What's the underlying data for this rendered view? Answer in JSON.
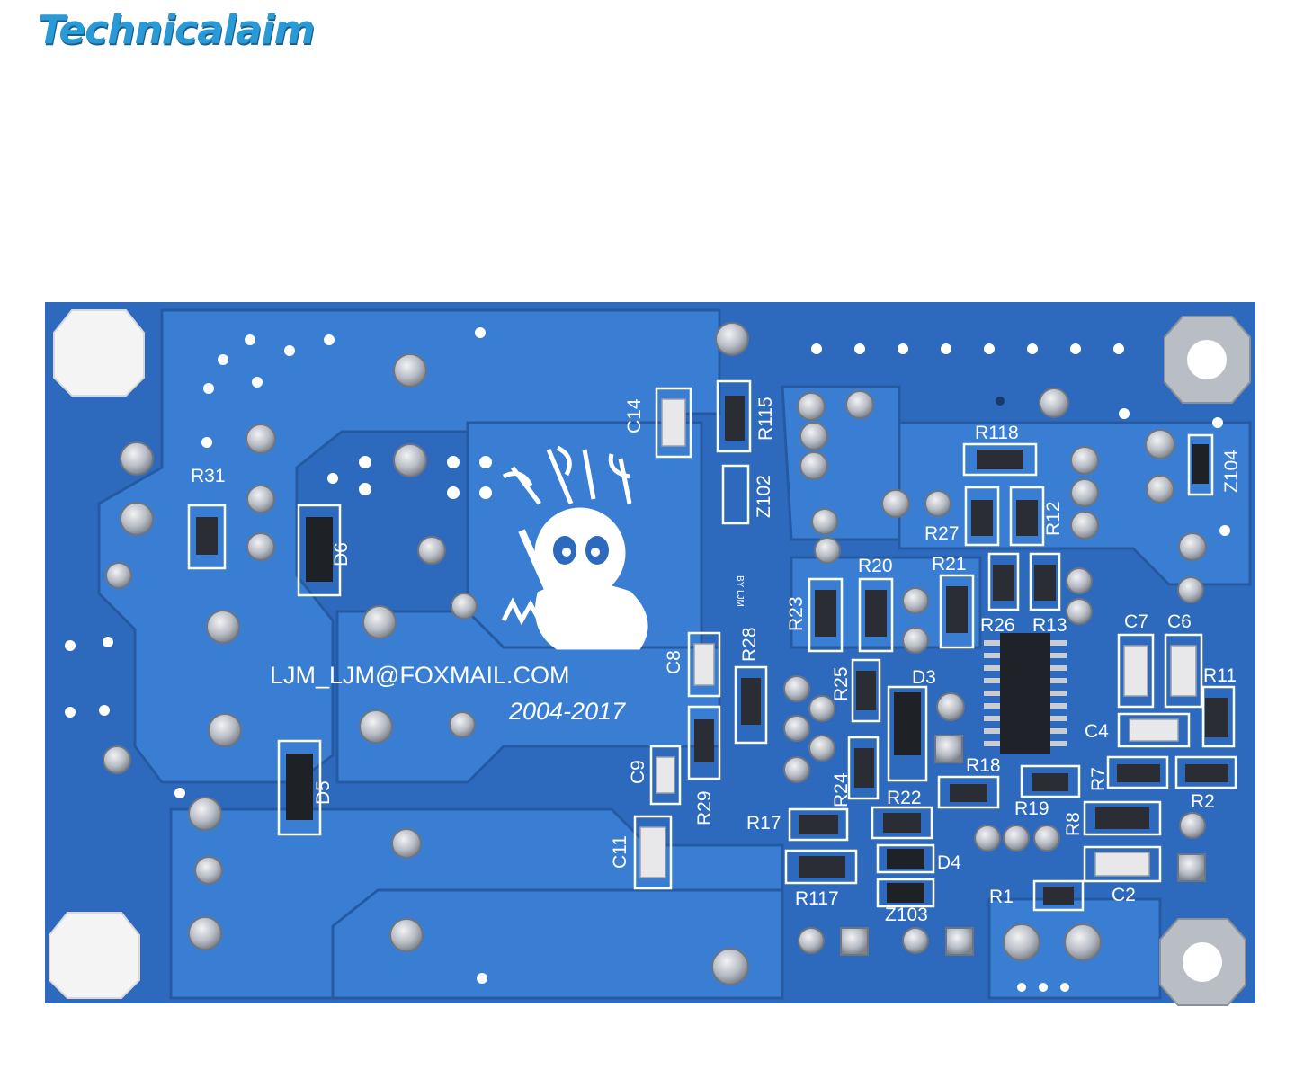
{
  "logo": {
    "text": "Technicalaim"
  },
  "board": {
    "email": "LJM_LJM@FOXMAIL.COM",
    "years": "2004-2017",
    "byline": "BY LJM",
    "labels": [
      {
        "id": "R31",
        "text": "R31"
      },
      {
        "id": "D6",
        "text": "D6"
      },
      {
        "id": "D5",
        "text": "D5"
      },
      {
        "id": "C14",
        "text": "C14"
      },
      {
        "id": "R115",
        "text": "R115"
      },
      {
        "id": "Z102",
        "text": "Z102"
      },
      {
        "id": "C8",
        "text": "C8"
      },
      {
        "id": "R28",
        "text": "R28"
      },
      {
        "id": "C9",
        "text": "C9"
      },
      {
        "id": "R29",
        "text": "R29"
      },
      {
        "id": "C11",
        "text": "C11"
      },
      {
        "id": "R23",
        "text": "R23"
      },
      {
        "id": "R20",
        "text": "R20"
      },
      {
        "id": "R21",
        "text": "R21"
      },
      {
        "id": "R26",
        "text": "R26"
      },
      {
        "id": "R13",
        "text": "R13"
      },
      {
        "id": "R25",
        "text": "R25"
      },
      {
        "id": "D3",
        "text": "D3"
      },
      {
        "id": "R24",
        "text": "R24"
      },
      {
        "id": "R22",
        "text": "R22"
      },
      {
        "id": "R18",
        "text": "R18"
      },
      {
        "id": "R19",
        "text": "R19"
      },
      {
        "id": "R17",
        "text": "R17"
      },
      {
        "id": "R117",
        "text": "R117"
      },
      {
        "id": "D4",
        "text": "D4"
      },
      {
        "id": "Z103",
        "text": "Z103"
      },
      {
        "id": "R118",
        "text": "R118"
      },
      {
        "id": "R27",
        "text": "R27"
      },
      {
        "id": "R12",
        "text": "R12"
      },
      {
        "id": "Z104",
        "text": "Z104"
      },
      {
        "id": "C7",
        "text": "C7"
      },
      {
        "id": "C6",
        "text": "C6"
      },
      {
        "id": "R11",
        "text": "R11"
      },
      {
        "id": "C4",
        "text": "C4"
      },
      {
        "id": "R7",
        "text": "R7"
      },
      {
        "id": "R2",
        "text": "R2"
      },
      {
        "id": "R8",
        "text": "R8"
      },
      {
        "id": "C2",
        "text": "C2"
      },
      {
        "id": "R1",
        "text": "R1"
      }
    ]
  },
  "colors": {
    "board": "#2f6fc4",
    "trace": "#3a82d6",
    "solder": "#c9ccd2",
    "silk": "#ffffff",
    "logo": "#2a9ad6"
  }
}
